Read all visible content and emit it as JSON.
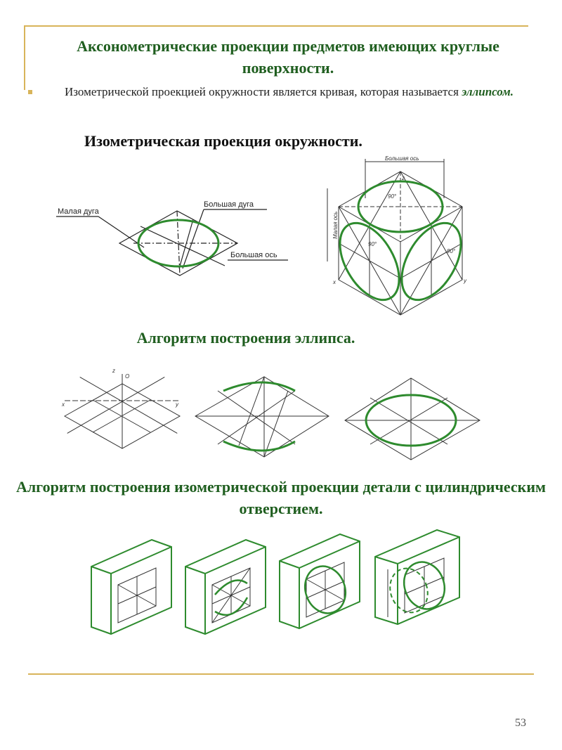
{
  "title": "Аксонометрические проекции предметов имеющих круглые поверхности.",
  "bullet": {
    "text": "Изометрической проекцией окружности является кривая, которая называется ",
    "emph": "эллипсом."
  },
  "section1_title": "Изометрическая проекция окружности.",
  "fig1_labels": {
    "small_arc": "Малая дуга",
    "big_arc": "Большая дуга",
    "big_axis": "Большая ось"
  },
  "fig2_labels": {
    "big_axis": "Большая ось",
    "small_axis": "Малая ось",
    "angle": "90°",
    "x": "x",
    "y": "y",
    "z": "z"
  },
  "section2_title": "Алгоритм построения эллипса.",
  "axis_labels": {
    "x": "x",
    "y": "y",
    "z": "z",
    "o": "O"
  },
  "section3_title": "Алгоритм построения изометрической проекции детали с цилиндрическим отверстием.",
  "page_number": "53",
  "colors": {
    "accent": "#d8b45a",
    "green": "#2e8b2e",
    "title_green": "#1f5e1f"
  }
}
